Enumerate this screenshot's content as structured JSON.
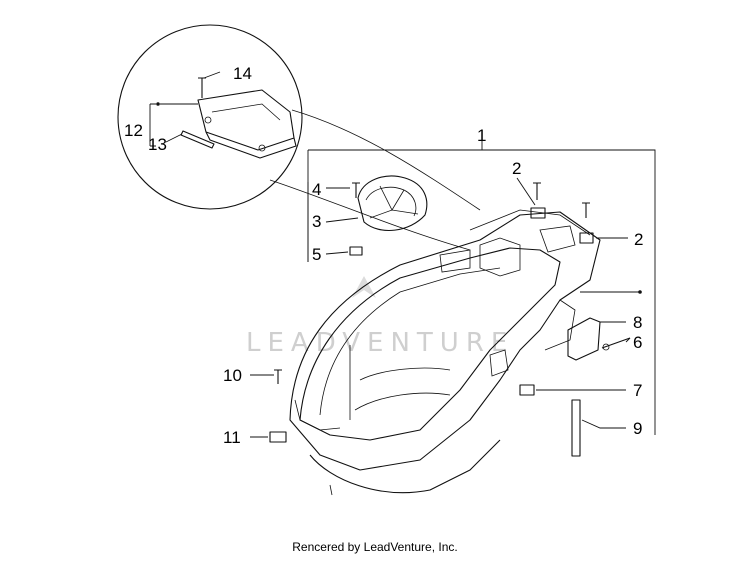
{
  "diagram": {
    "callouts": {
      "c1": "1",
      "c2a": "2",
      "c2b": "2",
      "c3": "3",
      "c4": "4",
      "c5": "5",
      "c6": "6",
      "c7": "7",
      "c8": "8",
      "c9": "9",
      "c10": "10",
      "c11": "11",
      "c12": "12",
      "c13": "13",
      "c14": "14"
    },
    "watermark": "LEADVENTURE"
  },
  "footer": {
    "text": "Rencered by LeadVenture, Inc."
  }
}
